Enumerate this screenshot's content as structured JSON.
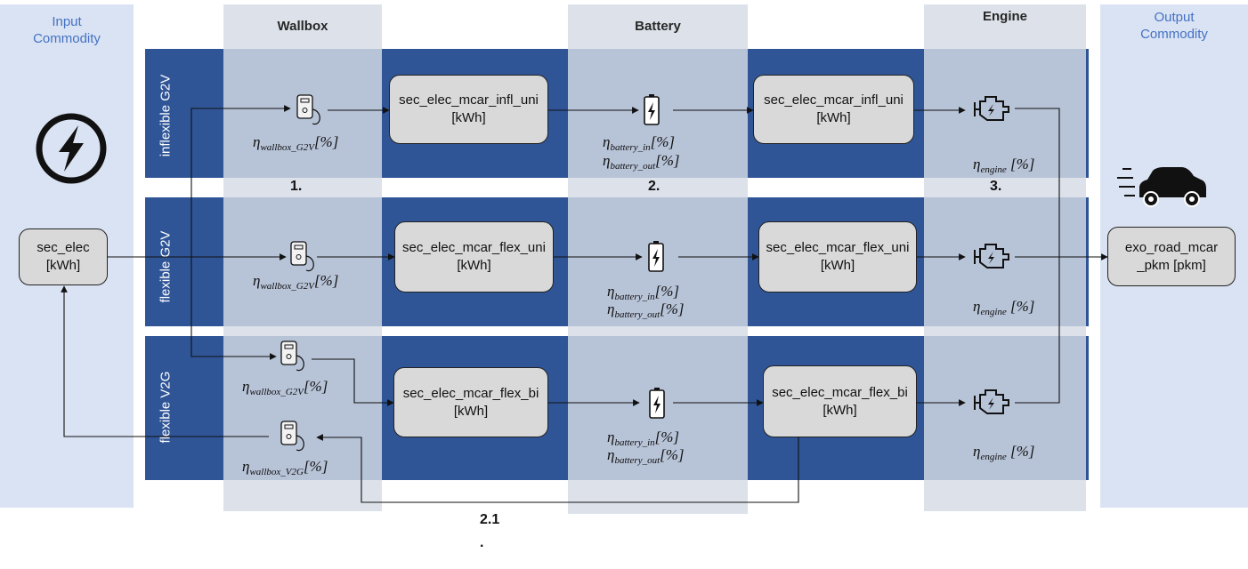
{
  "headers": {
    "input": "Input\nCommodity",
    "wallbox": "Wallbox",
    "battery": "Battery",
    "engine": "Engine",
    "output": "Output\nCommodity"
  },
  "rows": [
    {
      "label": "inflexible G2V",
      "wallbox_eta": {
        "symbol": "η",
        "sub": "wallbox_G2V",
        "unit": "[%]"
      },
      "storage_in": {
        "line1": "sec_elec_mcar_infl_uni",
        "line2": "[kWh]"
      },
      "battery_eta_in": {
        "symbol": "η",
        "sub": "battery_in",
        "unit": "[%]"
      },
      "battery_eta_out": {
        "symbol": "η",
        "sub": "battery_out",
        "unit": "[%]"
      },
      "storage_out": {
        "line1": "sec_elec_mcar_infl_uni",
        "line2": "[kWh]"
      },
      "engine_eta": {
        "symbol": "η",
        "sub": "engine",
        "unit": " [%]"
      }
    },
    {
      "label": "flexible G2V",
      "wallbox_eta": {
        "symbol": "η",
        "sub": "wallbox_G2V",
        "unit": "[%]"
      },
      "storage_in": {
        "line1": "sec_elec_mcar_flex_uni",
        "line2": "[kWh]"
      },
      "battery_eta_in": {
        "symbol": "η",
        "sub": "battery_in",
        "unit": "[%]"
      },
      "battery_eta_out": {
        "symbol": "η",
        "sub": "battery_out",
        "unit": "[%]"
      },
      "storage_out": {
        "line1": "sec_elec_mcar_flex_uni",
        "line2": "[kWh]"
      },
      "engine_eta": {
        "symbol": "η",
        "sub": "engine",
        "unit": " [%]"
      }
    },
    {
      "label": "flexible V2G",
      "wallbox_eta": {
        "symbol": "η",
        "sub": "wallbox_G2V",
        "unit": "[%]"
      },
      "wallbox_eta_return": {
        "symbol": "η",
        "sub": "wallbox_V2G",
        "unit": "[%]"
      },
      "storage_in": {
        "line1": "sec_elec_mcar_flex_bi",
        "line2": "[kWh]"
      },
      "battery_eta_in": {
        "symbol": "η",
        "sub": "battery_in",
        "unit": "[%]"
      },
      "battery_eta_out": {
        "symbol": "η",
        "sub": "battery_out",
        "unit": "[%]"
      },
      "storage_out": {
        "line1": "sec_elec_mcar_flex_bi",
        "line2": "[kWh]"
      },
      "engine_eta": {
        "symbol": "η",
        "sub": "engine",
        "unit": " [%]"
      }
    }
  ],
  "input_node": {
    "line1": "sec_elec",
    "line2": "[kWh]"
  },
  "output_node": {
    "line1": "exo_road_mcar",
    "line2": "_pkm [pkm]"
  },
  "steps": {
    "s1": "1.",
    "s2": "2.",
    "s3": "3.",
    "s21": "2.1",
    "s21_dot": "."
  },
  "icons": {
    "input": "electricity-bolt-icon",
    "wallbox": "wallbox-charger-icon",
    "battery": "battery-icon",
    "engine": "engine-icon",
    "output": "car-icon"
  },
  "colors": {
    "io_column": "#dae3f3",
    "component_column": "#d6dce5",
    "row_band": "#2f5597",
    "node_fill": "#d9d9d9",
    "header_blue": "#4472c4"
  }
}
